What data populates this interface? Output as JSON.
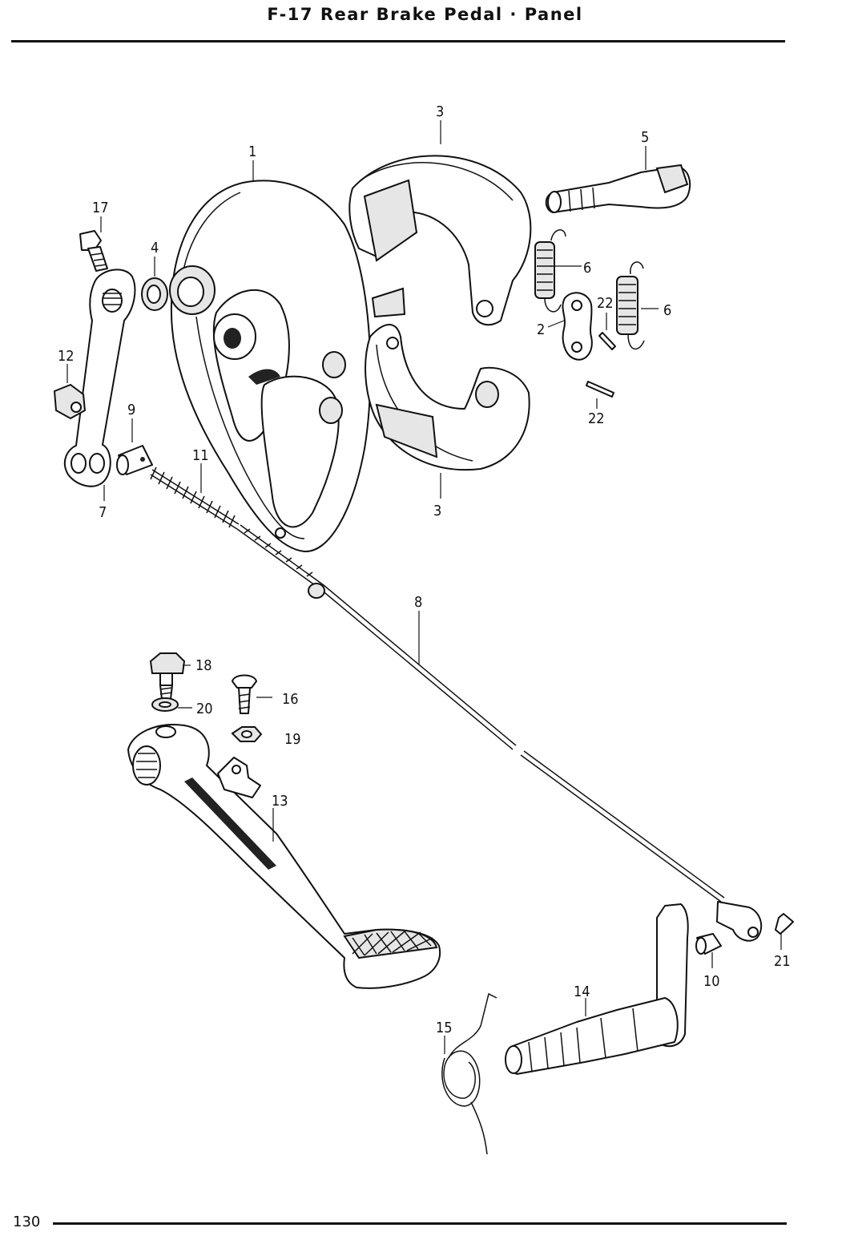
{
  "header": {
    "title": "F-17  Rear Brake Pedal · Panel"
  },
  "footer": {
    "page_number": "130"
  },
  "callouts": [
    {
      "id": "c1",
      "text": "1"
    },
    {
      "id": "c2",
      "text": "2"
    },
    {
      "id": "c3a",
      "text": "3"
    },
    {
      "id": "c3b",
      "text": "3"
    },
    {
      "id": "c4",
      "text": "4"
    },
    {
      "id": "c5",
      "text": "5"
    },
    {
      "id": "c6a",
      "text": "6"
    },
    {
      "id": "c6b",
      "text": "6"
    },
    {
      "id": "c7",
      "text": "7"
    },
    {
      "id": "c8",
      "text": "8"
    },
    {
      "id": "c9",
      "text": "9"
    },
    {
      "id": "c10",
      "text": "10"
    },
    {
      "id": "c11",
      "text": "11"
    },
    {
      "id": "c12",
      "text": "12"
    },
    {
      "id": "c13",
      "text": "13"
    },
    {
      "id": "c14",
      "text": "14"
    },
    {
      "id": "c15",
      "text": "15"
    },
    {
      "id": "c16",
      "text": "16"
    },
    {
      "id": "c17",
      "text": "17"
    },
    {
      "id": "c18",
      "text": "18"
    },
    {
      "id": "c19",
      "text": "19"
    },
    {
      "id": "c20",
      "text": "20"
    },
    {
      "id": "c21",
      "text": "21"
    },
    {
      "id": "c22a",
      "text": "22"
    },
    {
      "id": "c22b",
      "text": "22"
    }
  ]
}
